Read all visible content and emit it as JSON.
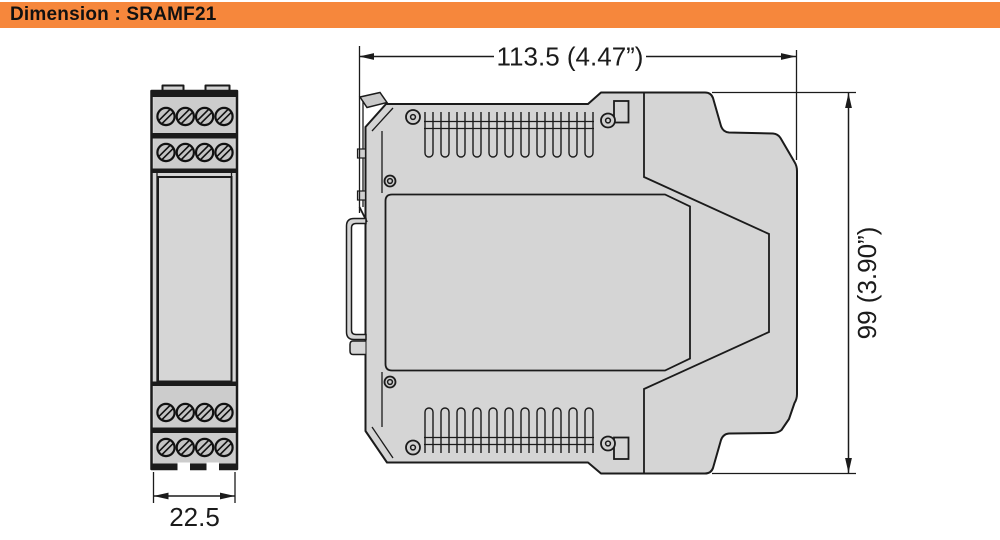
{
  "header": {
    "title": "Dimension : SRAMF21"
  },
  "dimensions": {
    "side_width_label": "113.5 (4.47”)",
    "side_height_label": "99 (3.90”)",
    "front_width_label": "22.5"
  },
  "colors": {
    "accent_orange": "#f6873c",
    "body_gray": "#d5d5d5",
    "terminal_gray": "#cccccc",
    "line_color": "#1b1b1b"
  }
}
